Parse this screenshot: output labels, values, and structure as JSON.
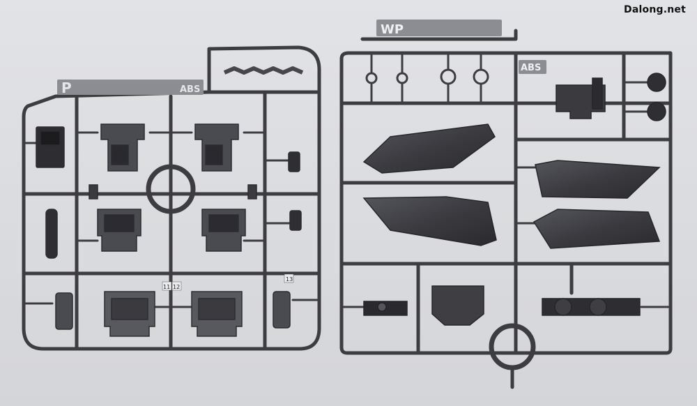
{
  "watermark": "Dalong.net",
  "left_runner": {
    "letter": "P",
    "material": "ABS",
    "part_numbers": [
      "11",
      "12",
      "13"
    ]
  },
  "right_runner": {
    "letter": "WP",
    "material": "ABS"
  },
  "colors": {
    "background": "#dcdde0",
    "plastic": "#3d3d41",
    "plastic_light": "#5b5c62",
    "tag": "#8c8d92"
  }
}
